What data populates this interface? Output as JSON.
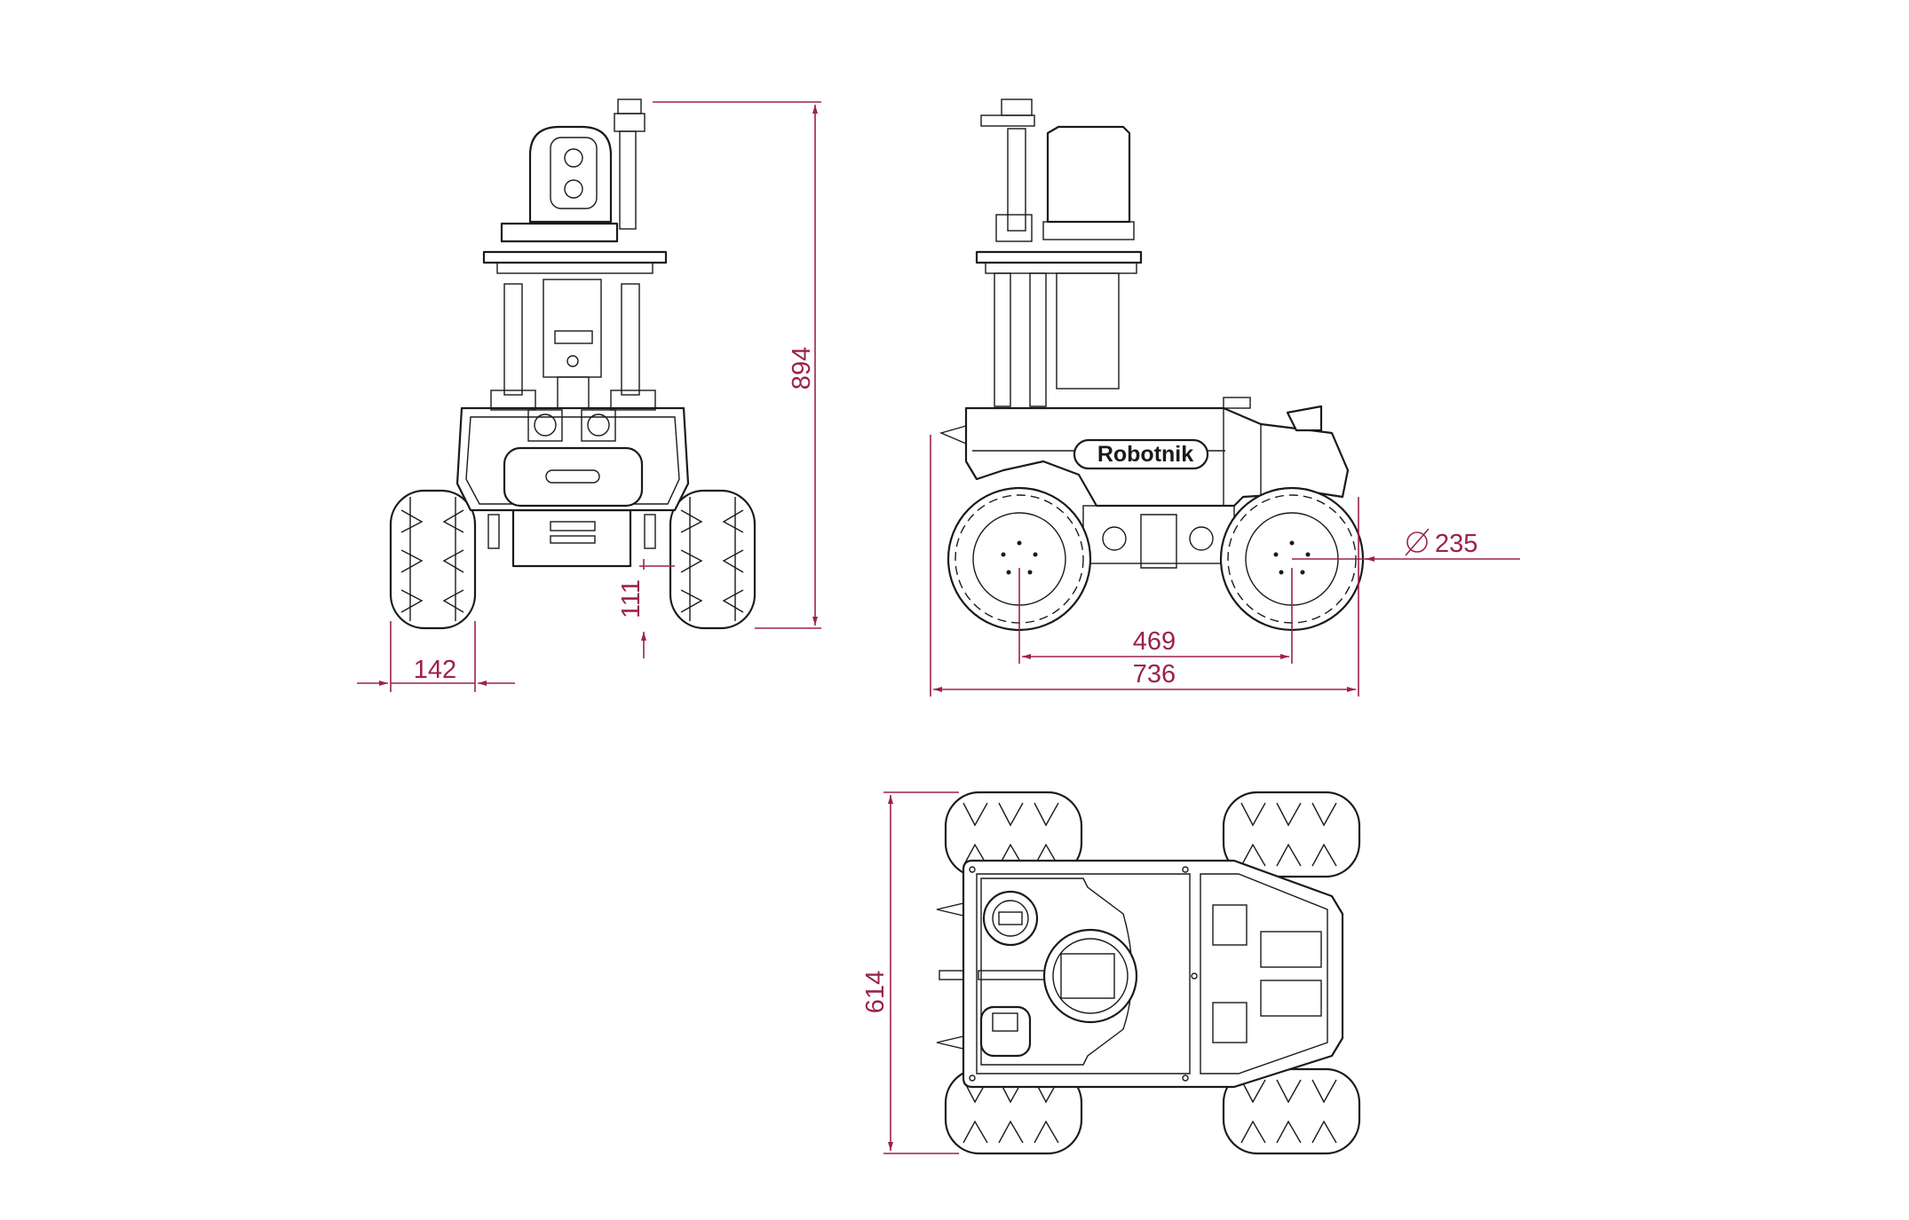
{
  "brand": {
    "logo_text": "Robotnik"
  },
  "dimensions": {
    "height": "894",
    "ground_clearance": "111",
    "wheel_width": "142",
    "wheelbase": "469",
    "length": "736",
    "wheel_diameter": "235",
    "width": "614"
  },
  "colors": {
    "dimension": "#9b2348",
    "line": "#1a1a1a",
    "background": "#ffffff"
  }
}
